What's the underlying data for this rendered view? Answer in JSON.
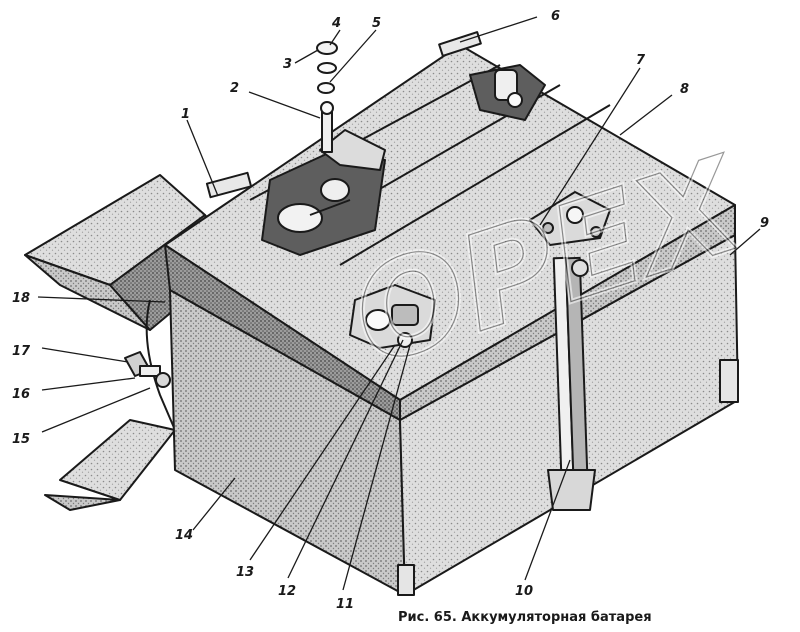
{
  "caption": "Рис. 65. Аккумуляторная батарея",
  "watermark": "OPEX",
  "callouts": {
    "c1": "1",
    "c2": "2",
    "c3": "3",
    "c4": "4",
    "c5": "5",
    "c6": "6",
    "c7": "7",
    "c8": "8",
    "c9": "9",
    "c10": "10",
    "c11": "11",
    "c12": "12",
    "c13": "13",
    "c14": "14",
    "c15": "15",
    "c16": "16",
    "c17": "17",
    "c18": "18"
  },
  "colors": {
    "ink": "#1a1a1a",
    "paper": "#ffffff",
    "shade": "#8a8a8a",
    "light": "#cfcfcf"
  }
}
